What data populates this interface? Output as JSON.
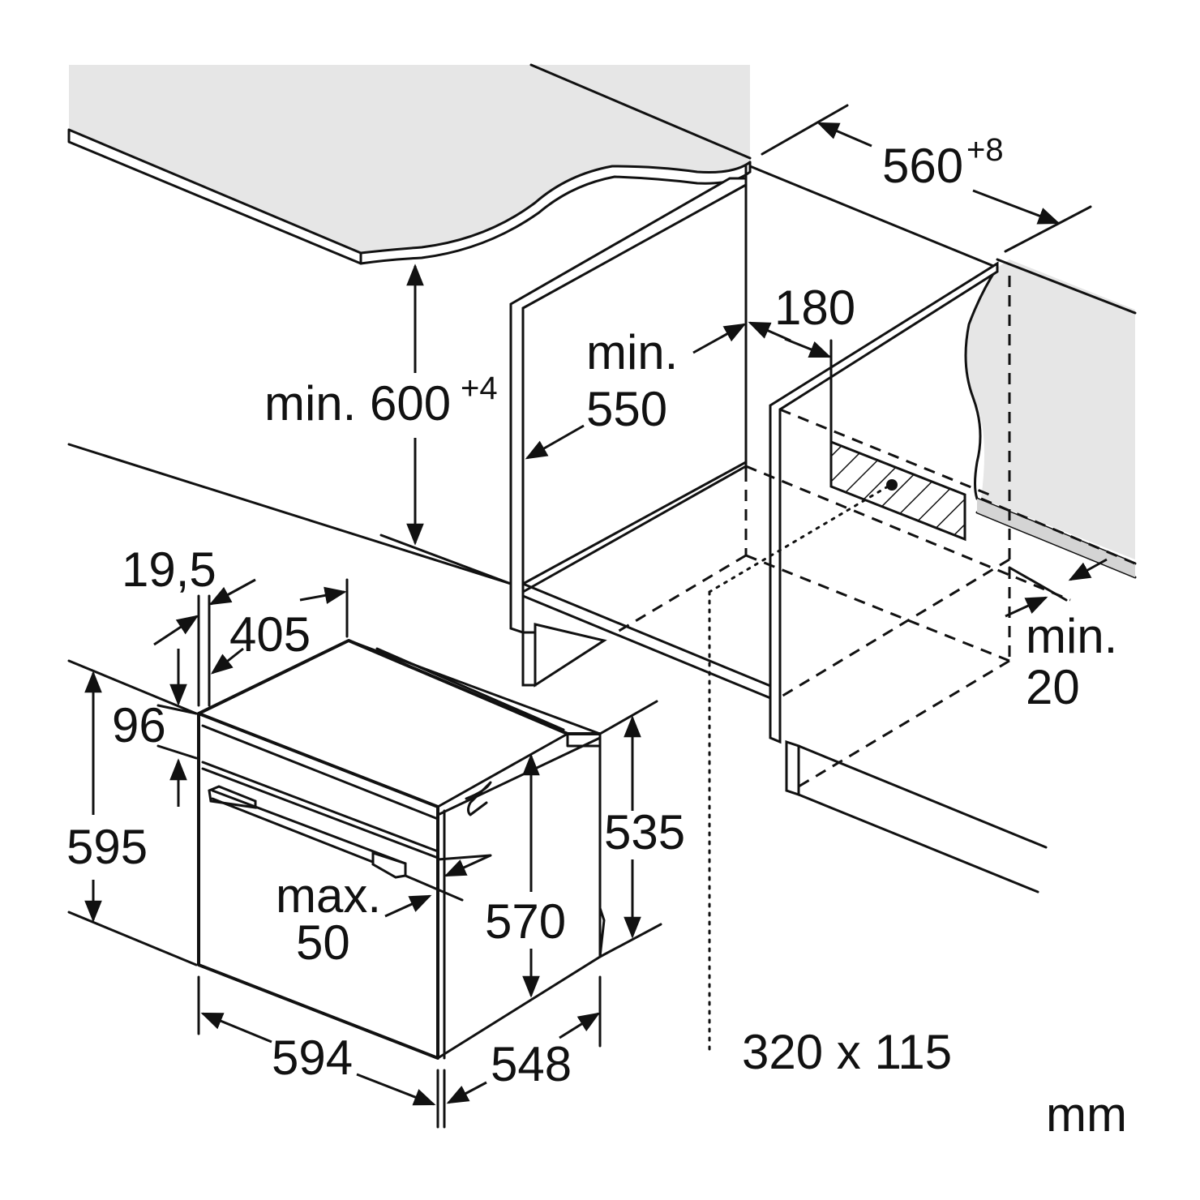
{
  "diagram": {
    "dimensions": {
      "niche_width": "560",
      "niche_width_tolerance": "+8",
      "niche_height": "min. 600",
      "niche_height_tolerance": "+4",
      "niche_depth": "min.\n550",
      "niche_depth_line1": "min.",
      "niche_depth_line2": "550",
      "vent_offset": "180",
      "rear_gap_line1": "min.",
      "rear_gap_line2": "20",
      "vent_opening": "320 x 115",
      "panel_thickness": "19,5",
      "handle_offset": "405",
      "control_panel_height": "96",
      "oven_height": "595",
      "body_height": "535",
      "door_height": "570",
      "max_protrusion_line1": "max.",
      "max_protrusion_line2": "50",
      "oven_width": "594",
      "oven_depth": "548"
    },
    "unit": "mm",
    "colors": {
      "line": "#111111",
      "counter_fill": "#e6e6e6",
      "background": "#ffffff"
    }
  }
}
